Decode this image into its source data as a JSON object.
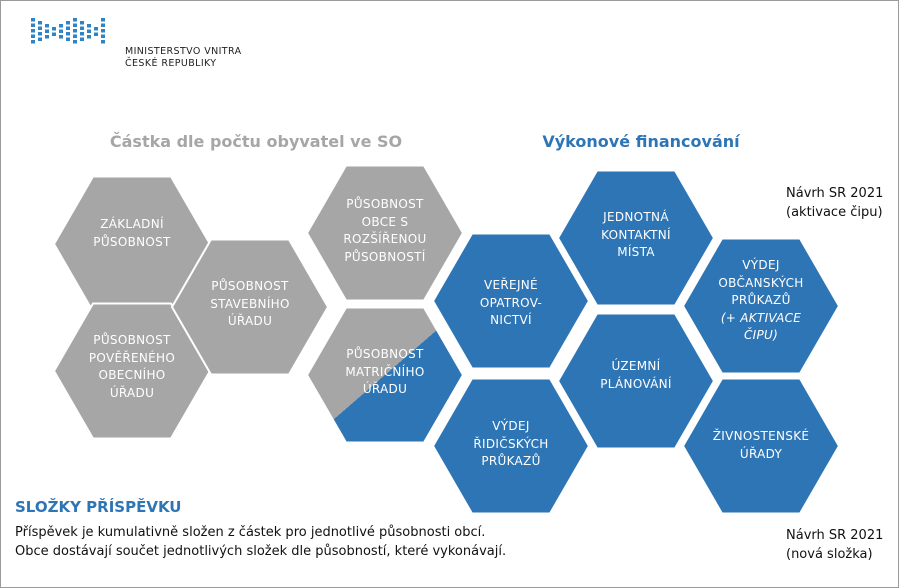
{
  "header": {
    "ministry_line1": "MINISTERSTVO VNITRA",
    "ministry_line2": "ČESKÉ REPUBLIKY"
  },
  "sections": {
    "left_title": "Částka dle počtu obyvatel ve SO",
    "right_title": "Výkonové financování"
  },
  "colors": {
    "gray": "#a6a6a6",
    "blue": "#2e75b6",
    "logo_blue": "#2e84c6"
  },
  "hexagons": [
    {
      "id": "zakladni",
      "color": "gray",
      "lines": [
        "ZÁKLADNÍ",
        "PŮSOBNOST"
      ]
    },
    {
      "id": "povereny",
      "color": "gray",
      "lines": [
        "PŮSOBNOST",
        "POVĚŘENÉHO",
        "OBECNÍHO",
        "ÚŘADU"
      ]
    },
    {
      "id": "stavebni",
      "color": "gray",
      "lines": [
        "PŮSOBNOST",
        "STAVEBNÍHO",
        "ÚŘADU"
      ]
    },
    {
      "id": "orp",
      "color": "gray",
      "lines": [
        "PŮSOBNOST",
        "OBCE S",
        "ROZŠÍŘENOU",
        "PŮSOBNOSTÍ"
      ]
    },
    {
      "id": "matricni",
      "color": "split",
      "lines": [
        "PŮSOBNOST",
        "MATRIČNÍHO",
        "ÚŘADU"
      ]
    },
    {
      "id": "opatrovnictvi",
      "color": "blue",
      "lines": [
        "VEŘEJNÉ",
        "OPATROV-",
        "NICTVÍ"
      ]
    },
    {
      "id": "ridicske",
      "color": "blue",
      "lines": [
        "VÝDEJ",
        "ŘIDIČSKÝCH",
        "PRŮKAZŮ"
      ]
    },
    {
      "id": "kontaktni",
      "color": "blue",
      "lines": [
        "JEDNOTNÁ",
        "KONTAKTNÍ",
        "MÍSTA"
      ]
    },
    {
      "id": "uzemni",
      "color": "blue",
      "lines": [
        "ÚZEMNÍ",
        "PLÁNOVÁNÍ"
      ]
    },
    {
      "id": "obcanske",
      "color": "blue",
      "lines": [
        "VÝDEJ",
        "OBČANSKÝCH",
        "PRŮKAZŮ"
      ],
      "italic_lines": [
        "(+ AKTIVACE",
        "ČIPU)"
      ]
    },
    {
      "id": "zivnostenske",
      "color": "blue",
      "lines": [
        "ŽIVNOSTENSKÉ",
        "ÚŘADY"
      ]
    }
  ],
  "notes": {
    "top_line1": "Návrh SR 2021",
    "top_line2": "(aktivace čipu)",
    "bottom_line1": "Návrh SR 2021",
    "bottom_line2": "(nová složka)"
  },
  "composition": {
    "title": "SLOŽKY PŘÍSPĚVKU",
    "line1": "Příspěvek je kumulativně složen z částek pro jednotlivé působnosti obcí.",
    "line2": "Obce dostávají součet jednotlivých složek dle působností, které vykonávají."
  }
}
